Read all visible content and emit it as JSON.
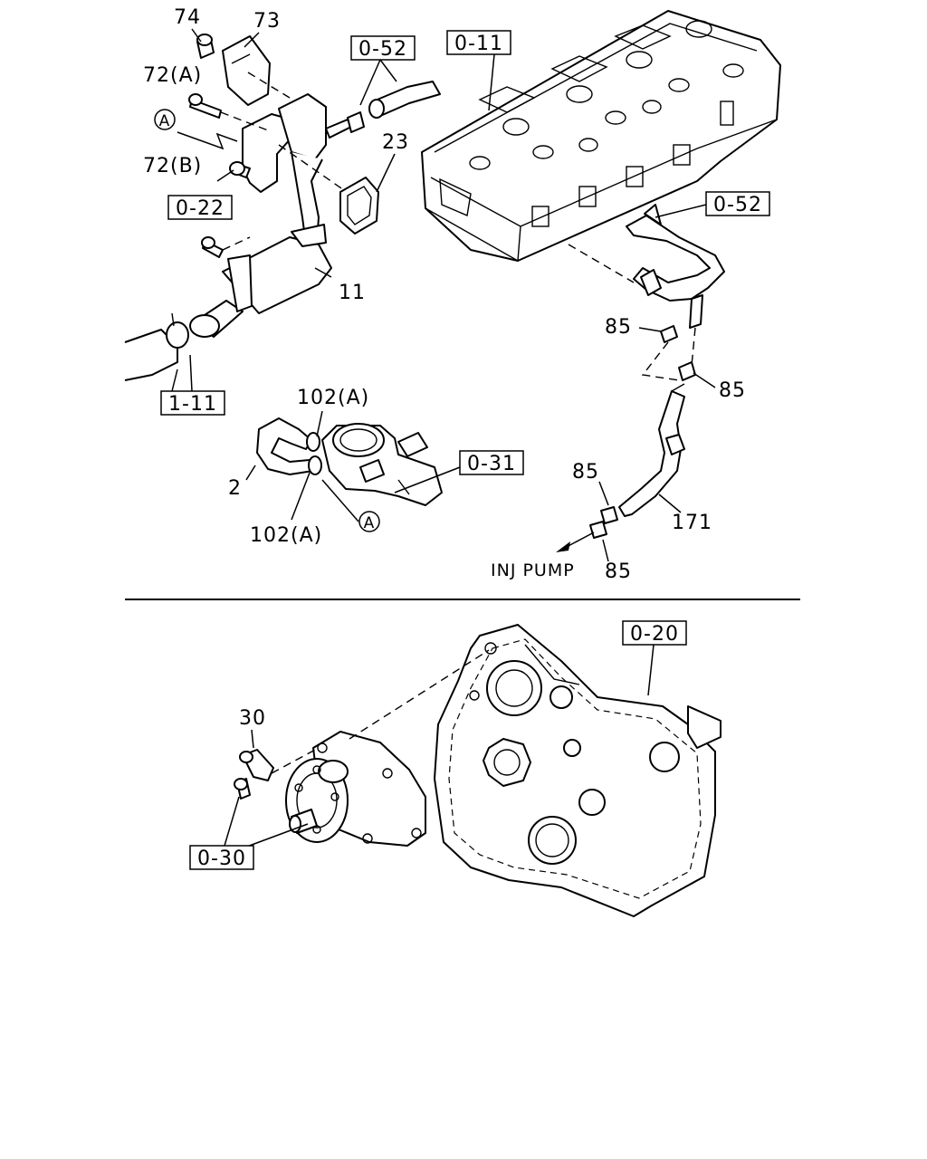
{
  "refs": {
    "r052a": "0-52",
    "r011": "0-11",
    "r022": "0-22",
    "r052b": "0-52",
    "r111": "1-11",
    "r031": "0-31",
    "r020": "0-20",
    "r030": "0-30"
  },
  "parts": {
    "p74": "74",
    "p73": "73",
    "p72a": "72(A)",
    "pA1": "A",
    "p72b": "72(B)",
    "p23": "23",
    "p11": "11",
    "p85a": "85",
    "p85b": "85",
    "p85c": "85",
    "p85d": "85",
    "p171": "171",
    "p102a": "102(A)",
    "p2": "2",
    "p102b": "102(A)",
    "pA2": "A",
    "p30": "30"
  },
  "notes": {
    "inj_pump": "INJ PUMP"
  }
}
